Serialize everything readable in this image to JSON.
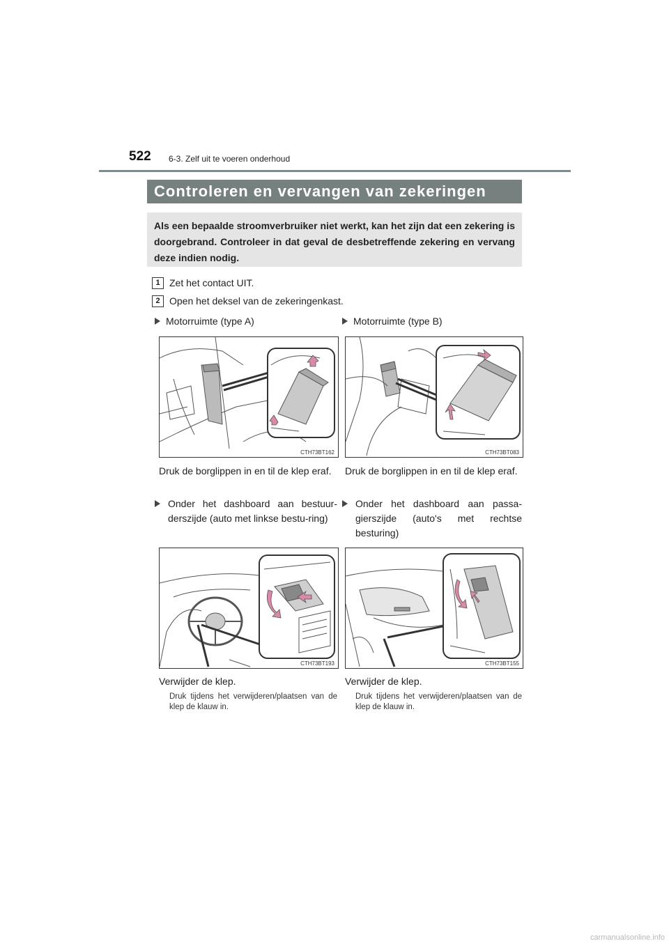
{
  "header": {
    "page_number": "522",
    "section": "6-3. Zelf uit te voeren onderhoud"
  },
  "title": "Controleren en vervangen van zekeringen",
  "intro": "Als een bepaalde stroomverbruiker niet werkt, kan het zijn dat een zekering is doorgebrand. Controleer in dat geval de desbetreffende zekering en vervang deze indien nodig.",
  "steps": [
    {
      "num": "1",
      "text": "Zet het contact UIT."
    },
    {
      "num": "2",
      "text": "Open het deksel van de zekeringenkast."
    }
  ],
  "columns": {
    "left": {
      "heading1": "Motorruimte (type A)",
      "figure1_code": "CTH73BT162",
      "para1": "Druk de borglippen in en til de klep eraf.",
      "heading2": "Onder het dashboard aan bestuur-derszijde (auto met linkse bestu-ring)",
      "figure2_code": "CTH73BT193",
      "para2": "Verwijder de klep.",
      "note2": "Druk tijdens het verwijderen/plaatsen van de klep de klauw in."
    },
    "right": {
      "heading1": "Motorruimte (type B)",
      "figure1_code": "CTH73BT083",
      "para1": "Druk de borglippen in en til de klep eraf.",
      "heading2": "Onder het dashboard aan passa-gierszijde (auto's met rechtse besturing)",
      "figure2_code": "CTH73BT155",
      "para2": "Verwijder de klep.",
      "note2": "Druk tijdens het verwijderen/plaatsen van de klep de klauw in."
    }
  },
  "watermark": "carmanualsonline.info",
  "colors": {
    "title_bar": "#76807f",
    "intro_bg": "#e5e5e5",
    "arrow_pink": "#d98aa8"
  }
}
